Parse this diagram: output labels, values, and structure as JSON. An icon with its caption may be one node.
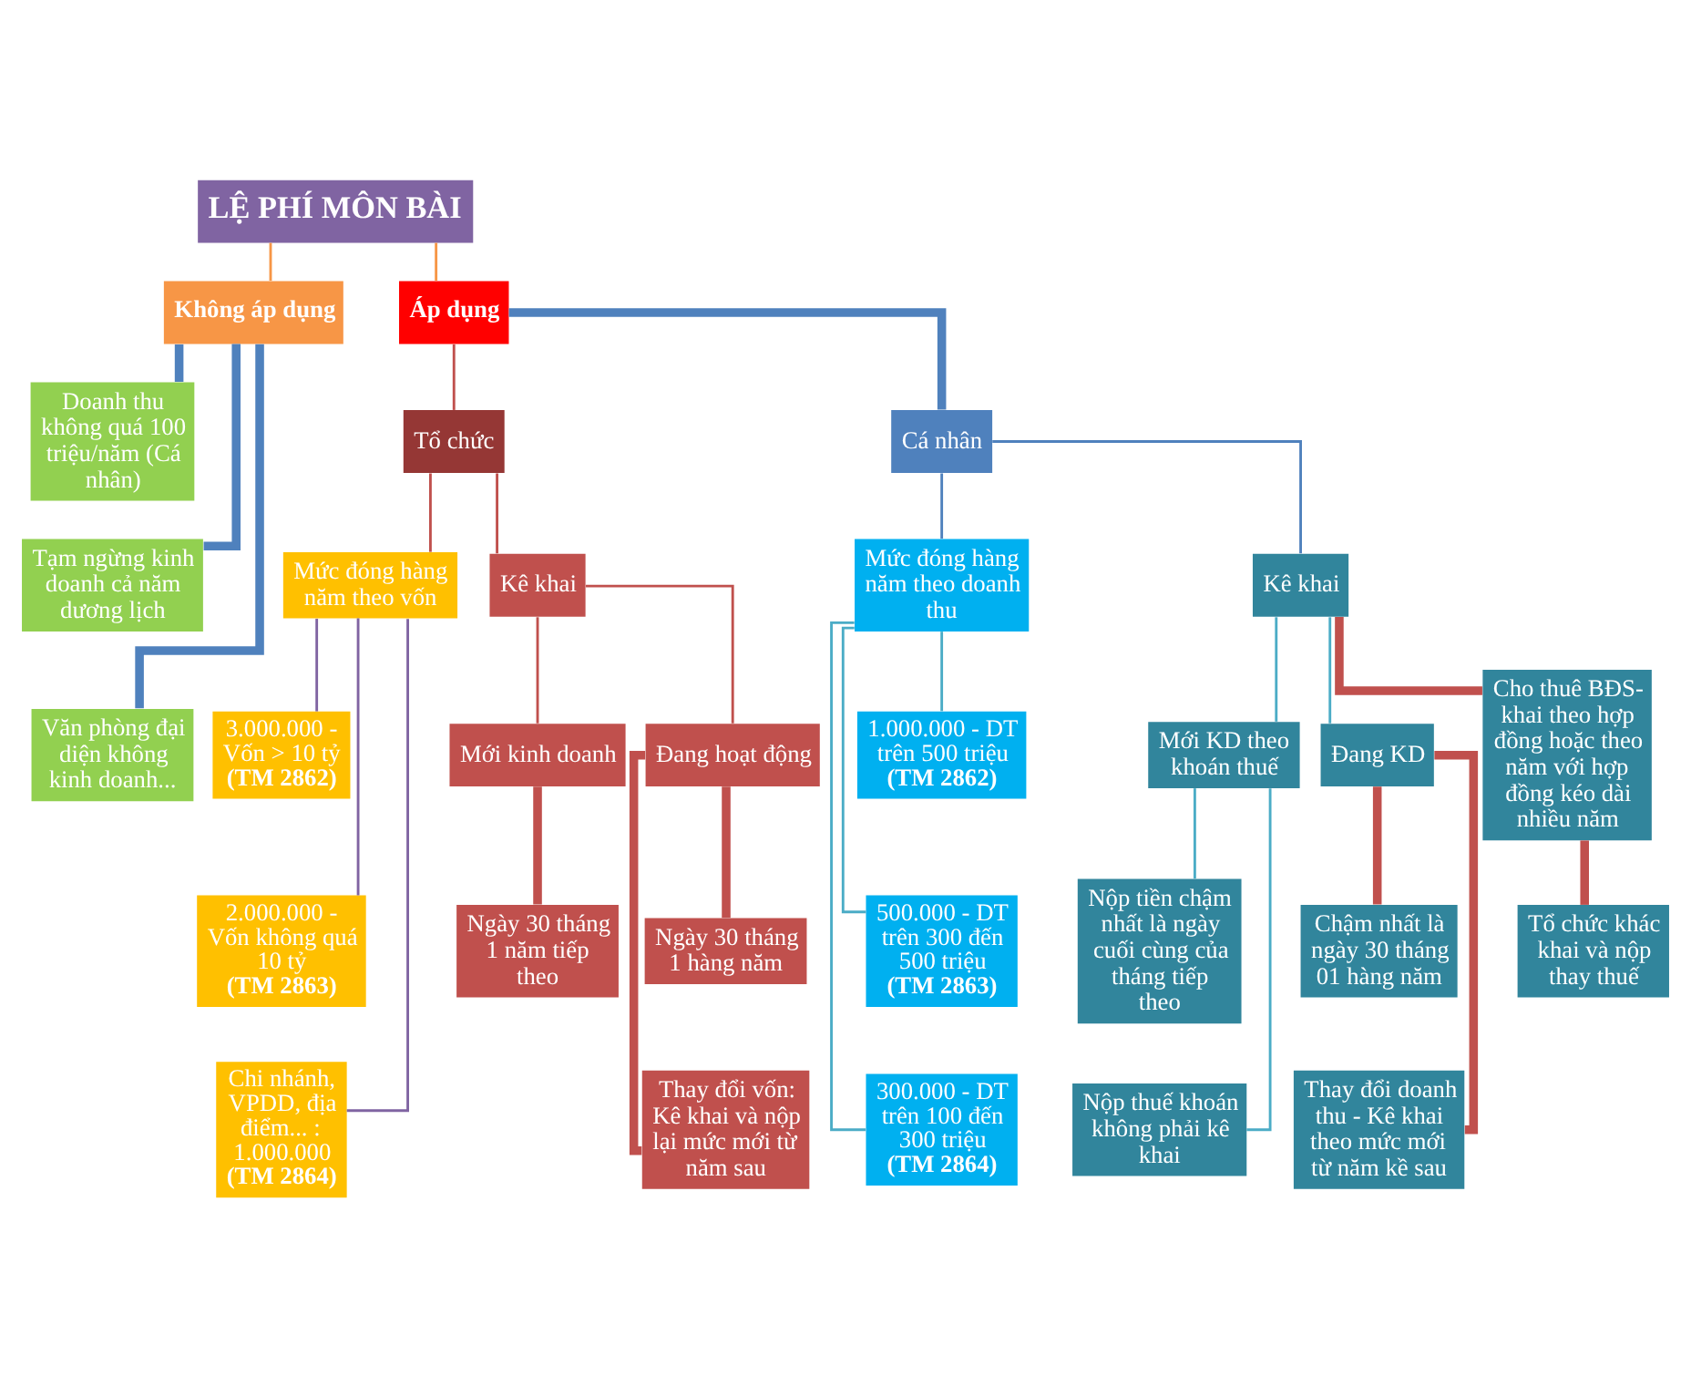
{
  "diagram": {
    "nodes": [
      {
        "text": [
          "LỆ PHÍ MÔN BÀI"
        ]
      },
      {
        "text": [
          "Không áp dụng"
        ]
      },
      {
        "text": [
          "Áp dụng"
        ]
      },
      {
        "text": [
          "Doanh thu không quá 100 triệu/năm (Cá nhân)"
        ]
      },
      {
        "text": [
          "Tạm ngừng kinh doanh cả năm dương lịch"
        ]
      },
      {
        "text": [
          "Văn phòng đại diện không kinh doanh..."
        ]
      },
      {
        "text": [
          "Tổ chức"
        ]
      },
      {
        "text": [
          "Cá nhân"
        ]
      },
      {
        "text": [
          "Mức đóng hàng năm theo vốn"
        ]
      },
      {
        "text": [
          "Kê khai"
        ]
      },
      {
        "text": [
          "3.000.000 - Vốn > 10 tỷ",
          "(TM 2862)"
        ]
      },
      {
        "text": [
          "2.000.000 - Vốn không quá 10 tỷ",
          "(TM 2863)"
        ]
      },
      {
        "text": [
          "Chi nhánh, VPDD, địa điểm... : 1.000.000",
          "(TM 2864)"
        ]
      },
      {
        "text": [
          "Mới kinh doanh"
        ]
      },
      {
        "text": [
          "Đang hoạt động"
        ]
      },
      {
        "text": [
          "Ngày 30 tháng 1 năm tiếp theo"
        ]
      },
      {
        "text": [
          "Ngày 30 tháng 1 hàng năm"
        ]
      },
      {
        "text": [
          "Thay đổi vốn: Kê khai và nộp lại mức mới từ năm sau"
        ]
      },
      {
        "text": [
          "Mức đóng hàng năm theo doanh thu"
        ]
      },
      {
        "text": [
          "Kê khai"
        ]
      },
      {
        "text": [
          "1.000.000 - DT trên 500 triệu",
          "(TM 2862)"
        ]
      },
      {
        "text": [
          "500.000 - DT trên 300 đến 500 triệu",
          "(TM 2863)"
        ]
      },
      {
        "text": [
          "300.000 - DT trên 100 đến 300 triệu",
          "(TM 2864)"
        ]
      },
      {
        "text": [
          "Mới KD theo khoán thuế"
        ]
      },
      {
        "text": [
          "Đang KD"
        ]
      },
      {
        "text": [
          "Cho thuê BĐS-khai theo hợp đồng hoặc theo năm với hợp đồng kéo dài nhiều năm"
        ]
      },
      {
        "text": [
          "Nộp tiền chậm nhất là ngày cuối cùng của tháng tiếp theo"
        ]
      },
      {
        "text": [
          "Nộp thuế khoán không phải kê khai"
        ]
      },
      {
        "text": [
          "Chậm nhất là ngày 30 tháng 01 hàng năm"
        ]
      },
      {
        "text": [
          "Thay đổi doanh thu - Kê khai theo mức mới từ năm kề sau"
        ]
      },
      {
        "text": [
          "Tổ chức khác khai và nộp thay thuế"
        ]
      }
    ],
    "edges": [
      {
        "from": 0,
        "to": 1,
        "arrow": "none",
        "color": "#f79646"
      },
      {
        "from": 0,
        "to": 2,
        "arrow": "none",
        "color": "#f79646"
      },
      {
        "from": 1,
        "to": 3,
        "arrow": "none",
        "style": "thick",
        "color": "#4f81bd"
      },
      {
        "from": 1,
        "to": 4,
        "arrow": "none",
        "style": "thick",
        "color": "#4f81bd"
      },
      {
        "from": 1,
        "to": 5,
        "arrow": "none",
        "style": "thick",
        "color": "#4f81bd"
      },
      {
        "from": 2,
        "to": 6,
        "arrow": "none",
        "color": "#c0504d"
      },
      {
        "from": 2,
        "to": 7,
        "arrow": "none",
        "style": "thick",
        "color": "#4f81bd"
      },
      {
        "from": 6,
        "to": 8,
        "arrow": "none",
        "color": "#c0504d"
      },
      {
        "from": 6,
        "to": 9,
        "arrow": "none",
        "color": "#c0504d"
      },
      {
        "from": 8,
        "to": 10,
        "arrow": "none",
        "color": "#8064a2"
      },
      {
        "from": 8,
        "to": 11,
        "arrow": "none",
        "color": "#8064a2"
      },
      {
        "from": 8,
        "to": 12,
        "arrow": "none",
        "color": "#8064a2"
      },
      {
        "from": 9,
        "to": 13,
        "arrow": "none",
        "color": "#c0504d"
      },
      {
        "from": 9,
        "to": 14,
        "arrow": "none",
        "color": "#c0504d"
      },
      {
        "from": 13,
        "to": 15,
        "arrow": "none",
        "style": "thick",
        "color": "#c0504d"
      },
      {
        "from": 14,
        "to": 16,
        "arrow": "none",
        "style": "thick",
        "color": "#c0504d"
      },
      {
        "from": 14,
        "to": 17,
        "arrow": "none",
        "style": "thick",
        "color": "#c0504d"
      },
      {
        "from": 7,
        "to": 18,
        "arrow": "none",
        "color": "#4f81bd"
      },
      {
        "from": 7,
        "to": 19,
        "arrow": "none",
        "color": "#4f81bd"
      },
      {
        "from": 18,
        "to": 20,
        "arrow": "none",
        "color": "#4bacc6"
      },
      {
        "from": 18,
        "to": 21,
        "arrow": "none",
        "color": "#4bacc6"
      },
      {
        "from": 18,
        "to": 22,
        "arrow": "none",
        "color": "#4bacc6"
      },
      {
        "from": 19,
        "to": 23,
        "arrow": "none",
        "color": "#4bacc6"
      },
      {
        "from": 19,
        "to": 24,
        "arrow": "none",
        "color": "#4bacc6"
      },
      {
        "from": 19,
        "to": 25,
        "arrow": "none",
        "style": "thick",
        "color": "#c0504d"
      },
      {
        "from": 23,
        "to": 26,
        "arrow": "none",
        "color": "#4bacc6"
      },
      {
        "from": 23,
        "to": 27,
        "arrow": "none",
        "color": "#4bacc6"
      },
      {
        "from": 24,
        "to": 28,
        "arrow": "none",
        "style": "thick",
        "color": "#c0504d"
      },
      {
        "from": 24,
        "to": 29,
        "arrow": "none",
        "style": "thick",
        "color": "#c0504d"
      },
      {
        "from": 25,
        "to": 30,
        "arrow": "none",
        "style": "thick",
        "color": "#c0504d"
      }
    ]
  }
}
